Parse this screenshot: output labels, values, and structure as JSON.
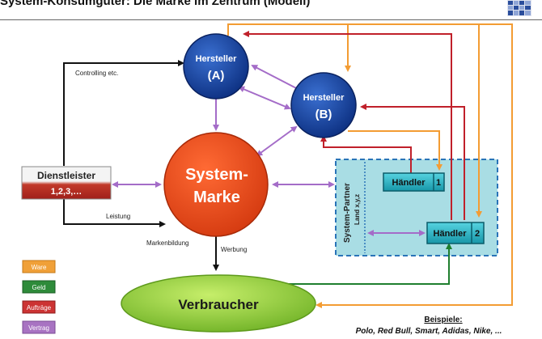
{
  "header": {
    "title": "System-Konsumgüter: Die Marke im Zentrum (Modell)"
  },
  "nodes": {
    "hersteller_a": {
      "name": "Hersteller",
      "tag": "(A)"
    },
    "hersteller_b": {
      "name": "Hersteller",
      "tag": "(B)"
    },
    "system_marke": {
      "line1": "System-",
      "line2": "Marke"
    },
    "dienstleister": {
      "line1": "Dienstleister",
      "line2": "1,2,3,…"
    },
    "verbraucher": {
      "label": "Verbraucher"
    },
    "system_partner": {
      "title": "System-Partner",
      "subtitle": "Land x,y,z"
    },
    "haendler_1": {
      "label": "Händler",
      "number": "1"
    },
    "haendler_2": {
      "label": "Händler",
      "number": "2"
    }
  },
  "annotations": {
    "controlling": "Controlling etc.",
    "leistung": "Leistung",
    "markenbildung": "Markenbildung",
    "werbung": "Werbung"
  },
  "legend": [
    {
      "label": "Ware",
      "color": "#f0a038"
    },
    {
      "label": "Geld",
      "color": "#2e8b3a"
    },
    {
      "label": "Aufträge",
      "color": "#cc3333"
    },
    {
      "label": "Vertrag",
      "color": "#a873c2"
    }
  ],
  "examples": {
    "heading": "Beispiele:",
    "text": "Polo, Red Bull, Smart, Adidas, Nike, ..."
  },
  "colors": {
    "ware": "#f39c33",
    "geld": "#1f7f2e",
    "auftraege": "#c0202a",
    "vertrag": "#a46cc8",
    "black": "#111111",
    "manufacturer": "#12419c",
    "brand": "#ea4a1c",
    "consumer": "#8ac43a",
    "partner_zone": "#a9dde4",
    "dealer": "#27b3c4"
  }
}
